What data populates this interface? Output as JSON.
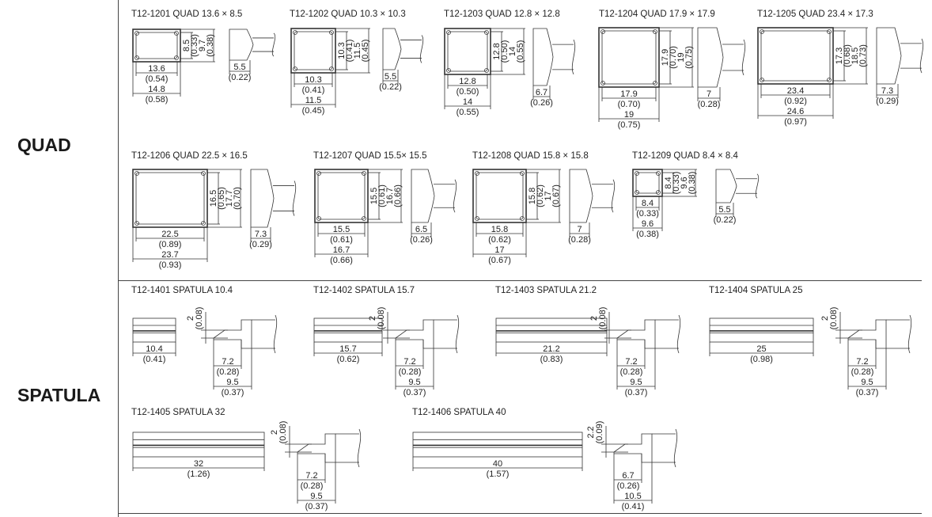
{
  "sections": {
    "quad": "QUAD",
    "spatula": "SPATULA"
  },
  "quad_tips": [
    {
      "title": "T12-1201  QUAD 13.6 × 8.5",
      "inner_w": "13.6",
      "inner_w_in": "(0.54)",
      "outer_w": "14.8",
      "outer_w_in": "(0.58)",
      "inner_h": "8.5",
      "inner_h_in": "(0.33)",
      "outer_h": "9.7",
      "outer_h_in": "(0.38)",
      "depth": "5.5",
      "depth_in": "(0.22)"
    },
    {
      "title": "T12-1202  QUAD 10.3 × 10.3",
      "inner_w": "10.3",
      "inner_w_in": "(0.41)",
      "outer_w": "11.5",
      "outer_w_in": "(0.45)",
      "inner_h": "10.3",
      "inner_h_in": "(0.41)",
      "outer_h": "11.5",
      "outer_h_in": "(0.45)",
      "depth": "5.5",
      "depth_in": "(0.22)"
    },
    {
      "title": "T12-1203  QUAD 12.8 × 12.8",
      "inner_w": "12.8",
      "inner_w_in": "(0.50)",
      "outer_w": "14",
      "outer_w_in": "(0.55)",
      "inner_h": "12.8",
      "inner_h_in": "(0.50)",
      "outer_h": "14",
      "outer_h_in": "(0.55)",
      "depth": "6.7",
      "depth_in": "(0.26)"
    },
    {
      "title": "T12-1204  QUAD 17.9 × 17.9",
      "inner_w": "17.9",
      "inner_w_in": "(0.70)",
      "outer_w": "19",
      "outer_w_in": "(0.75)",
      "inner_h": "17.9",
      "inner_h_in": "(0.70)",
      "outer_h": "19",
      "outer_h_in": "(0.75)",
      "depth": "7",
      "depth_in": "(0.28)"
    },
    {
      "title": "T12-1205  QUAD 23.4 × 17.3",
      "inner_w": "23.4",
      "inner_w_in": "(0.92)",
      "outer_w": "24.6",
      "outer_w_in": "(0.97)",
      "inner_h": "17.3",
      "inner_h_in": "(0.68)",
      "outer_h": "18.5",
      "outer_h_in": "(0.73)",
      "depth": "7.3",
      "depth_in": "(0.29)"
    },
    {
      "title": "T12-1206  QUAD 22.5 × 16.5",
      "inner_w": "22.5",
      "inner_w_in": "(0.89)",
      "outer_w": "23.7",
      "outer_w_in": "(0.93)",
      "inner_h": "16.5",
      "inner_h_in": "(0.65)",
      "outer_h": "17.7",
      "outer_h_in": "(0.70)",
      "depth": "7.3",
      "depth_in": "(0.29)"
    },
    {
      "title": "T12-1207  QUAD 15.5× 15.5",
      "inner_w": "15.5",
      "inner_w_in": "(0.61)",
      "outer_w": "16.7",
      "outer_w_in": "(0.66)",
      "inner_h": "15.5",
      "inner_h_in": "(0.61)",
      "outer_h": "16.7",
      "outer_h_in": "(0.66)",
      "depth": "6.5",
      "depth_in": "(0.26)"
    },
    {
      "title": "T12-1208  QUAD 15.8 × 15.8",
      "inner_w": "15.8",
      "inner_w_in": "(0.62)",
      "outer_w": "17",
      "outer_w_in": "(0.67)",
      "inner_h": "15.8",
      "inner_h_in": "(0.62)",
      "outer_h": "17",
      "outer_h_in": "(0.67)",
      "depth": "7",
      "depth_in": "(0.28)"
    },
    {
      "title": "T12-1209  QUAD 8.4 × 8.4",
      "inner_w": "8.4",
      "inner_w_in": "(0.33)",
      "outer_w": "9.6",
      "outer_w_in": "(0.38)",
      "inner_h": "8.4",
      "inner_h_in": "(0.33)",
      "outer_h": "9.6",
      "outer_h_in": "(0.38)",
      "depth": "5.5",
      "depth_in": "(0.22)"
    }
  ],
  "spatula_tips": [
    {
      "title": "T12-1401  SPATULA 10.4",
      "width": "10.4",
      "width_in": "(0.41)",
      "thick": "2",
      "thick_in": "(0.08)",
      "blade": "7.2",
      "blade_in": "(0.28)",
      "length": "9.5",
      "length_in": "(0.37)"
    },
    {
      "title": "T12-1402  SPATULA 15.7",
      "width": "15.7",
      "width_in": "(0.62)",
      "thick": "2",
      "thick_in": "(0.08)",
      "blade": "7.2",
      "blade_in": "(0.28)",
      "length": "9.5",
      "length_in": "(0.37)"
    },
    {
      "title": "T12-1403  SPATULA 21.2",
      "width": "21.2",
      "width_in": "(0.83)",
      "thick": "2",
      "thick_in": "(0.08)",
      "blade": "7.2",
      "blade_in": "(0.28)",
      "length": "9.5",
      "length_in": "(0.37)"
    },
    {
      "title": "T12-1404  SPATULA 25",
      "width": "25",
      "width_in": "(0.98)",
      "thick": "2",
      "thick_in": "(0.08)",
      "blade": "7.2",
      "blade_in": "(0.28)",
      "length": "9.5",
      "length_in": "(0.37)"
    },
    {
      "title": "T12-1405  SPATULA 32",
      "width": "32",
      "width_in": "(1.26)",
      "thick": "2",
      "thick_in": "(0.08)",
      "blade": "7.2",
      "blade_in": "(0.28)",
      "length": "9.5",
      "length_in": "(0.37)"
    },
    {
      "title": "T12-1406  SPATULA 40",
      "width": "40",
      "width_in": "(1.57)",
      "thick": "2.2",
      "thick_in": "(0.09)",
      "blade": "6.7",
      "blade_in": "(0.26)",
      "length": "10.5",
      "length_in": "(0.41)"
    }
  ]
}
